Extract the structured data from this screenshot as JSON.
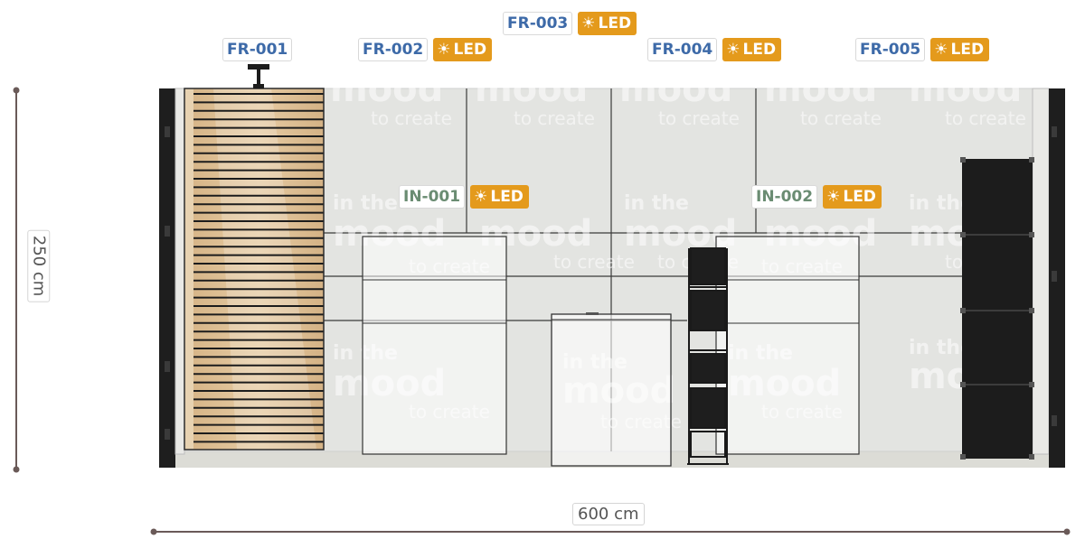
{
  "dimensions": {
    "height_label": "250 cm",
    "width_label": "600 cm"
  },
  "fixtures": [
    {
      "code": "FR-001",
      "led": false
    },
    {
      "code": "FR-002",
      "led": true
    },
    {
      "code": "FR-003",
      "led": true
    },
    {
      "code": "FR-004",
      "led": true
    },
    {
      "code": "FR-005",
      "led": true
    }
  ],
  "inserts": [
    {
      "code": "IN-001",
      "led": true
    },
    {
      "code": "IN-002",
      "led": true
    }
  ],
  "led_label": "LED",
  "led_icon": "sun-icon",
  "branding": {
    "line1": "in the",
    "line2": "mood",
    "line3": "to create"
  },
  "colors": {
    "fixture_code": "#3d6aa8",
    "insert_code": "#6a8c72",
    "led_badge": "#e49a1c",
    "dimension_line": "#6a5a58",
    "wall": "#e3e4e1",
    "slat_wood": "#d9b98b"
  }
}
